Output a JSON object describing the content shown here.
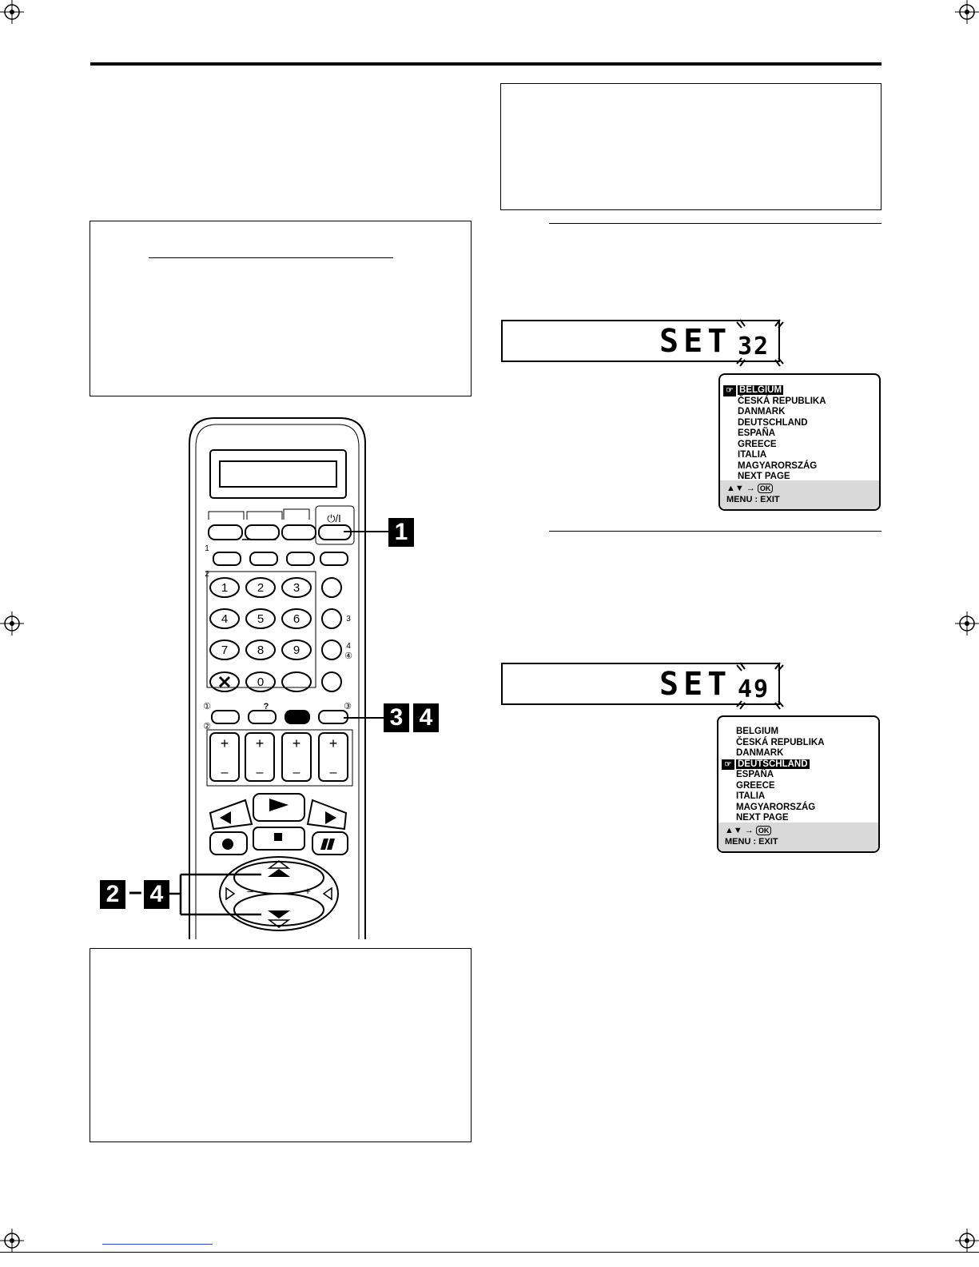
{
  "osd1": {
    "items": [
      "BELGIUM",
      "ČESKÁ REPUBLIKA",
      "DANMARK",
      "DEUTSCHLAND",
      "ESPAÑA",
      "GREECE",
      "ITALIA",
      "MAGYARORSZÁG",
      "NEXT PAGE"
    ],
    "selected_index": 0,
    "footer_line1_ok": "OK",
    "footer_line2": "MENU : EXIT"
  },
  "osd2": {
    "items": [
      "BELGIUM",
      "ČESKÁ REPUBLIKA",
      "DANMARK",
      "DEUTSCHLAND",
      "ESPAÑA",
      "GREECE",
      "ITALIA",
      "MAGYARORSZÁG",
      "NEXT PAGE"
    ],
    "selected_index": 3,
    "footer_line1_ok": "OK",
    "footer_line2": "MENU : EXIT"
  },
  "lcd1": {
    "set": "SET",
    "value": "32"
  },
  "lcd2": {
    "set": "SET",
    "value": "49"
  },
  "steps": {
    "step1": "1",
    "step3": "3",
    "step4": "4",
    "step2": "2",
    "step4b": "4",
    "dash": "–"
  },
  "remote": {
    "power": "⏻/I",
    "tab1": "1",
    "tab2": "2",
    "tab3": "3",
    "tab4": "4",
    "circ1": "①",
    "circ2": "②",
    "circ3": "③",
    "circ4": "④",
    "digits": [
      "1",
      "2",
      "3",
      "4",
      "5",
      "6",
      "7",
      "8",
      "9",
      "0"
    ],
    "plus": "+",
    "minus": "–",
    "icon_question": "?"
  }
}
